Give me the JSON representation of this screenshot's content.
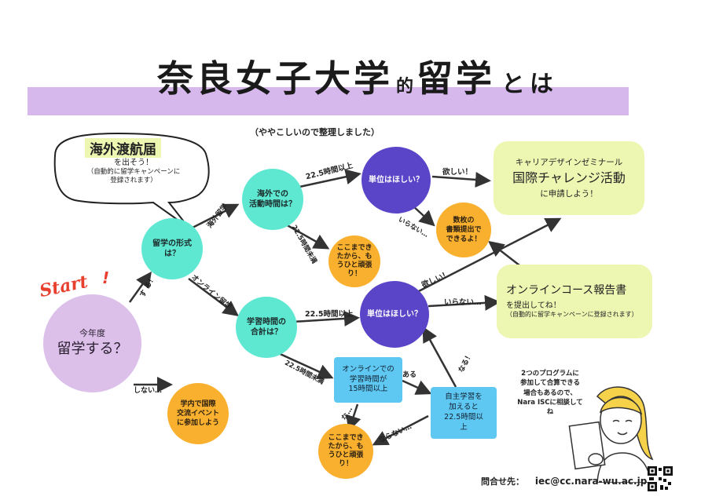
{
  "title": {
    "main": "奈良女子大学",
    "small": "的",
    "main2": "留学",
    "suffix": "とは"
  },
  "subtitle": "（ややこしいので整理しました）",
  "bubble": {
    "heading": "海外渡航届",
    "line1": "を出そう！",
    "line2": "（自動的に留学キャンペーンに",
    "line3": "登録されます）"
  },
  "start_label": "Start",
  "start_mark": "!",
  "nodes": {
    "study_abroad": {
      "line1": "今年度",
      "line2": "留学する？"
    },
    "format": "留学の形式は？",
    "overseas_time": {
      "line1": "海外での",
      "line2": "活動時間は？"
    },
    "study_total": {
      "line1": "学習時間の",
      "line2": "合計は？"
    },
    "credit_top": "単位はほしい？",
    "credit_mid": "単位はほしい？",
    "cheer_top": {
      "line1": "ここまでき",
      "line2": "たから、も",
      "line3": "うひと頑張",
      "line4": "り！"
    },
    "cheer_bottom": {
      "line1": "ここまでき",
      "line2": "たから、も",
      "line3": "うひと頑張",
      "line4": "り！"
    },
    "docs": {
      "line1": "数枚の",
      "line2": "書類提出で",
      "line3": "できるよ！"
    },
    "campus_event": {
      "line1": "学内で国際",
      "line2": "交流イベント",
      "line3": "に参加しよう"
    },
    "online_15": {
      "line1": "オンラインでの",
      "line2": "学習時間が",
      "line3": "15時間以上"
    },
    "self_study": {
      "line1": "自主学習を",
      "line2": "加えると",
      "line3": "22.5時間以",
      "line4": "上"
    },
    "career": {
      "line1": "キャリアデザインゼミナール",
      "line2": "国際チャレンジ活動",
      "line3": "に申請しよう！"
    },
    "online_report": {
      "line1": "オンラインコース報告書",
      "line2": "を提出してね！",
      "line3": "（自動的に留学キャンペーンに登録されます）"
    }
  },
  "edges": {
    "yes_suru": "す る！",
    "no_shinai": "しない…",
    "overseas": "海外留学",
    "online": "オンライン留学",
    "over_22_top": "22.5時間以上",
    "under_22_top": "22.5時間未満",
    "want_top": "欲しい！",
    "no_top": "いらない…",
    "over_22_mid": "22.5時間以上",
    "under_22_mid": "22.5時間未満",
    "want_mid": "欲しい！",
    "no_mid": "いらない…",
    "aru": "ある",
    "nai": "な…",
    "naru": "なる！",
    "naranai": "ならない…"
  },
  "note": {
    "line1": "2つのプログラムに",
    "line2": "参加して合算できる",
    "line3": "場合もあるので、",
    "line4": "Nara ISCに相談して",
    "line5": "ね"
  },
  "contact": {
    "label": "問合せ先：",
    "email": "iec@cc.nara-wu.ac.jp"
  },
  "colors": {
    "teal": "#5ee8d2",
    "purple": "#5a45c8",
    "orange": "#f9b02f",
    "lilac": "#dcc0ea",
    "blue": "#5fc8f2",
    "green": "#eef7b2",
    "band": "#d6b8ec",
    "start": "#e8402f"
  },
  "icons": [
    "qr-code-icon",
    "girl-illustration"
  ]
}
